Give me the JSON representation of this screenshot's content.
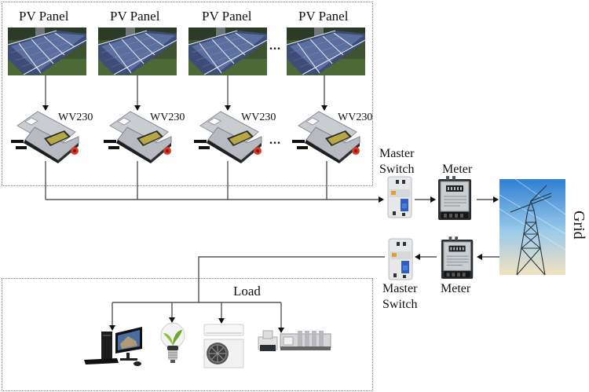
{
  "diagram": {
    "pv_section": {
      "panels": [
        {
          "label": "PV Panel"
        },
        {
          "label": "PV Panel"
        },
        {
          "label": "PV Panel"
        },
        {
          "label": "PV Panel"
        }
      ],
      "inverters": [
        {
          "label": "WV230"
        },
        {
          "label": "WV230"
        },
        {
          "label": "WV230"
        },
        {
          "label": "WV230"
        }
      ],
      "ellipsis": "..."
    },
    "export_path": {
      "switch_label_line1": "Master",
      "switch_label_line2": "Switch",
      "meter_label": "Meter"
    },
    "grid": {
      "label": "Grid"
    },
    "import_path": {
      "meter_label": "Meter",
      "switch_label_line1": "Master",
      "switch_label_line2": "Switch"
    },
    "load_section": {
      "label": "Load",
      "devices": [
        "computer",
        "light-bulb",
        "air-conditioner",
        "industrial-machine"
      ]
    },
    "colors": {
      "wire": "#555555",
      "box_border": "#777777",
      "panel_blue": "#4a5f8f",
      "inverter_silver": "#b8bcc2",
      "sky_blue": "#3f8fd8"
    }
  }
}
